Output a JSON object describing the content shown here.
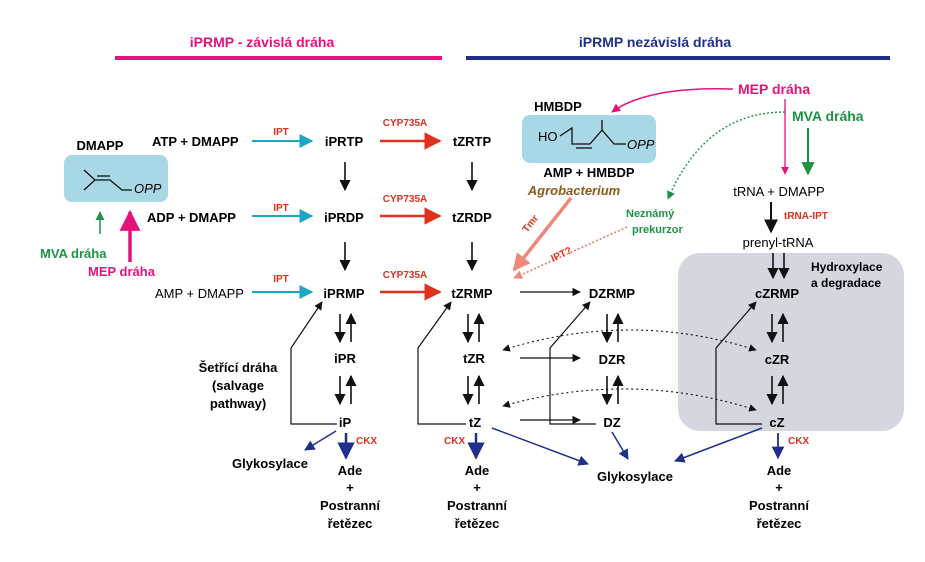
{
  "headers": {
    "left": "iPRMP - závislá dráha",
    "right": "iPRMP nezávislá dráha"
  },
  "left": {
    "dmapp": "DMAPP",
    "opp": "OPP",
    "atp_dmapp": "ATP + DMAPP",
    "adp_dmapp": "ADP + DMAPP",
    "amp_dmapp": "AMP + DMAPP",
    "mva": "MVA dráha",
    "mep": "MEP dráha"
  },
  "enzymes": {
    "ipt": "IPT",
    "cyp": "CYP735A",
    "ckx": "CKX",
    "tmr": "Tmr",
    "ipt_q": "IPT?",
    "trna_ipt": "tRNA-IPT"
  },
  "nodes": {
    "iprtp": "iPRTP",
    "iprdp": "iPRDP",
    "iprmp": "iPRMP",
    "ipr": "iPR",
    "ip": "iP",
    "tzrtp": "tZRTP",
    "tzrdp": "tZRDP",
    "tzrmp": "tZRMP",
    "tzr": "tZR",
    "tz": "tZ",
    "dzrmp": "DZRMP",
    "dzr": "DZR",
    "dz": "DZ",
    "czrmp": "cZRMP",
    "czr": "cZR",
    "cz": "cZ"
  },
  "right": {
    "hmbdp": "HMBDP",
    "ho": "HO",
    "opp": "OPP",
    "amp_hmbdp": "AMP + HMBDP",
    "agrobacterium": "Agrobacterium",
    "mep": "MEP dráha",
    "mva": "MVA dráha",
    "unknown1": "Neznámý",
    "unknown2": "prekurzor",
    "trna_dmapp": "tRNA + DMAPP",
    "prenyl_trna": "prenyl-tRNA",
    "hydrox1": "Hydroxylace",
    "hydrox2": "a degradace"
  },
  "bottom": {
    "salvage1": "Šetřící dráha",
    "salvage2": "(salvage",
    "salvage3": "pathway)",
    "glyk": "Glykosylace",
    "ade": "Ade",
    "plus": "+",
    "postranni": "Postranní",
    "retezec": "řetězec"
  },
  "colors": {
    "magenta": "#e5127d",
    "navy": "#1f2f8a",
    "cyan": "#1aa7c3",
    "red": "#e0301e",
    "green": "#1f9345",
    "salmon": "#f08878",
    "brown": "#8a5a1c",
    "lightblue": "#a8d7e6",
    "gray": "#d4d7de"
  }
}
